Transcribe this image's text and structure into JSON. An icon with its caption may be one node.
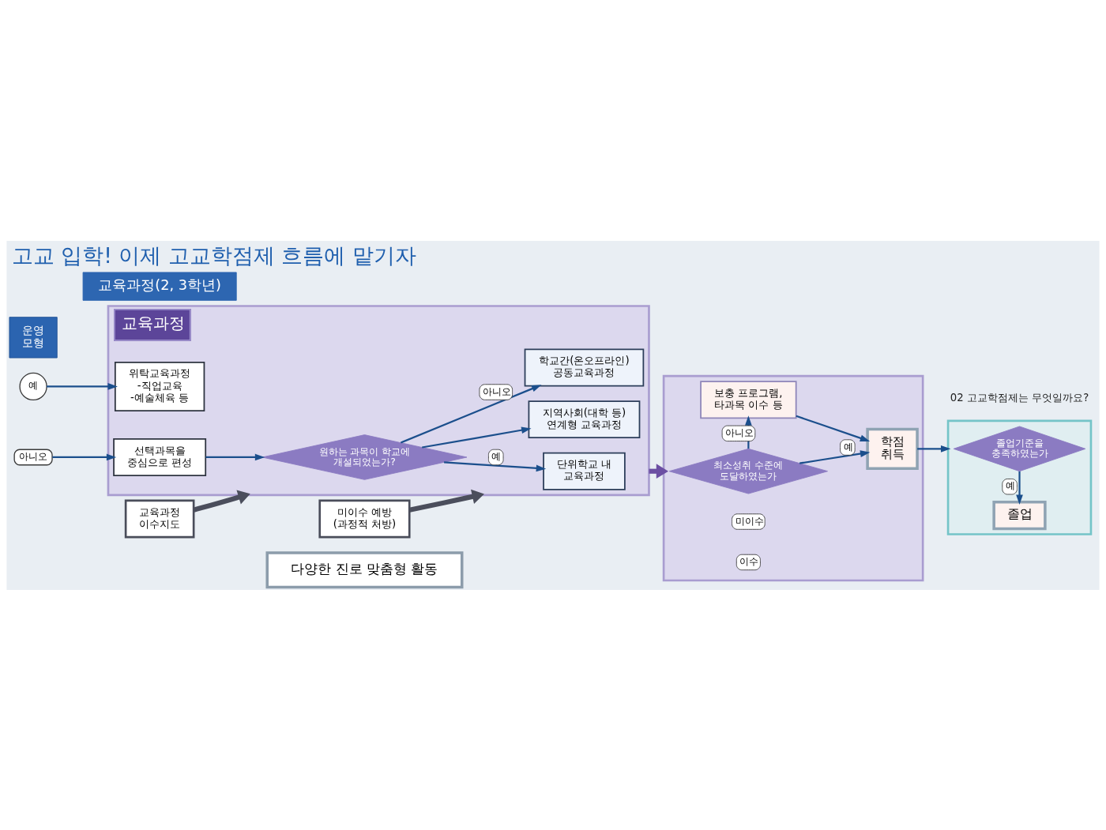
{
  "diagram": {
    "title": "고교 입학! 이제 고교학점제 흐름에 맡기자",
    "nodes": [
      {
        "text": [
          "운영 모형"
        ]
      },
      {
        "text": [
          "교육과정(2, 3학년)"
        ]
      },
      {
        "text": [
          "교육과정 이수지도"
        ]
      },
      {
        "text": [
          "미이수 예방 (과정적 처방)"
        ]
      },
      {
        "text": [
          "교육과정"
        ]
      },
      {
        "text": [
          "아니오"
        ]
      },
      {
        "text": [
          "선택과목을 중심으로 편성"
        ],
        "in": 4
      },
      {
        "text": [
          "원하는 과목이 학교에 개설되었는가?"
        ],
        "in": 4
      },
      {
        "text": [
          "단위학교 내 교육과정"
        ],
        "in": 4
      },
      {
        "text": [
          "예"
        ]
      },
      {
        "text": [
          "위탁교육과정",
          "-직업교육",
          "-예술체육 등"
        ],
        "in": 4
      },
      {
        "text": [
          "학교간(온오프라인) 공동교육과정"
        ],
        "in": 4
      },
      {
        "text": [
          "지역사회(대학 등) 연계형 교육과정"
        ],
        "in": 4
      },
      {
        "text": [
          "다양한 진로 맞춤형 활동"
        ]
      },
      {
        "text": [],
        "shape": "box"
      },
      {
        "text": [
          "보충 프로그램, 타과목 이수 등"
        ],
        "in": 14
      },
      {
        "text": [
          "최소성취 수준에 도달하였는가"
        ],
        "in": 14
      },
      {
        "text": [
          "학점 취득"
        ],
        "in": 14
      },
      {
        "text": [],
        "shape": "box"
      },
      {
        "text": [
          "졸업기준을 충족하였는가"
        ],
        "in": 18
      },
      {
        "text": [
          "졸업"
        ],
        "in": 18
      }
    ],
    "edges": [
      {
        "from": 2,
        "to": 4,
        "arrow": "to",
        "style": "thick",
        "color": "#4b4e5c"
      },
      {
        "from": 3,
        "to": 4,
        "arrow": "to",
        "style": "thick",
        "color": "#4b4e5c"
      },
      {
        "from": 5,
        "to": 6,
        "arrow": "to"
      },
      {
        "from": 6,
        "to": 7,
        "arrow": "to"
      },
      {
        "from": 7,
        "to": 8,
        "arrow": "to",
        "label": "예"
      },
      {
        "from": 9,
        "to": 10,
        "arrow": "to"
      },
      {
        "from": 7,
        "to": 11,
        "arrow": "to",
        "label": "아니오"
      },
      {
        "from": 7,
        "to": 12,
        "arrow": "to"
      },
      {
        "from": 4,
        "to": 14,
        "arrow": "to",
        "style": "thick",
        "color": "#6c4fa3"
      },
      {
        "from": 15,
        "to": 17,
        "arrow": "to"
      },
      {
        "from": 16,
        "to": 15,
        "arrow": "to",
        "label": "아니오"
      },
      {
        "from": 16,
        "to": 17,
        "arrow": "to",
        "label": "예"
      },
      {
        "from": 17,
        "to": 18,
        "arrow": "to"
      },
      {
        "from": 19,
        "to": 20,
        "arrow": "to",
        "label": "예"
      }
    ],
    "labels": [
      "02 고교학점제는 무엇일까요?",
      "미이수",
      "이수"
    ]
  }
}
